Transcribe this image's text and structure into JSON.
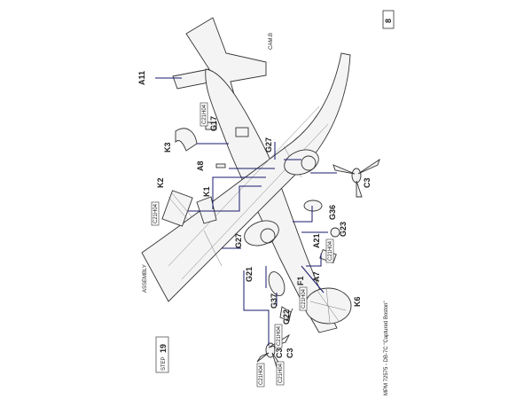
{
  "page": {
    "number": "8"
  },
  "step": {
    "label": "STEP",
    "number": "19",
    "title": "ASSEMBLY"
  },
  "caption": "MPM 72575 - DB-7C \"Captured Boston\"",
  "tag": "CAM.B",
  "parts": [
    "A11",
    "G17",
    "K3",
    "A8",
    "K2",
    "K1",
    "G27",
    "G27",
    "C3",
    "G36",
    "G23",
    "A21",
    "A7",
    "F1",
    "G21",
    "G37",
    "G22",
    "K6",
    "C3",
    "C3"
  ],
  "badges": [
    "C21H04",
    "C21H04",
    "C21H04",
    "C21H04",
    "C21H04",
    "C21H04",
    "C21H04"
  ],
  "colors": {
    "guide": "#1a1a6e",
    "ink": "#333333"
  }
}
